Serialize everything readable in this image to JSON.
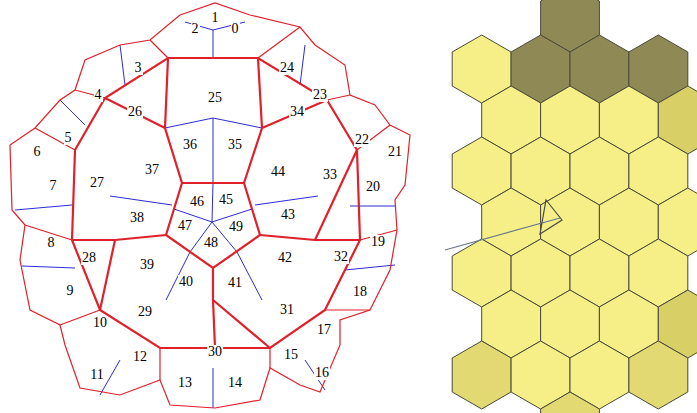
{
  "diagram": {
    "labels": [
      "1",
      "2",
      "0",
      "3",
      "24",
      "4",
      "23",
      "25",
      "26",
      "34",
      "5",
      "22",
      "21",
      "6",
      "36",
      "35",
      "37",
      "44",
      "33",
      "7",
      "27",
      "20",
      "45",
      "46",
      "47",
      "49",
      "38",
      "48",
      "43",
      "8",
      "19",
      "28",
      "42",
      "32",
      "39",
      "40",
      "41",
      "9",
      "18",
      "29",
      "31",
      "10",
      "17",
      "12",
      "30",
      "15",
      "13",
      "14",
      "16",
      "11"
    ]
  }
}
